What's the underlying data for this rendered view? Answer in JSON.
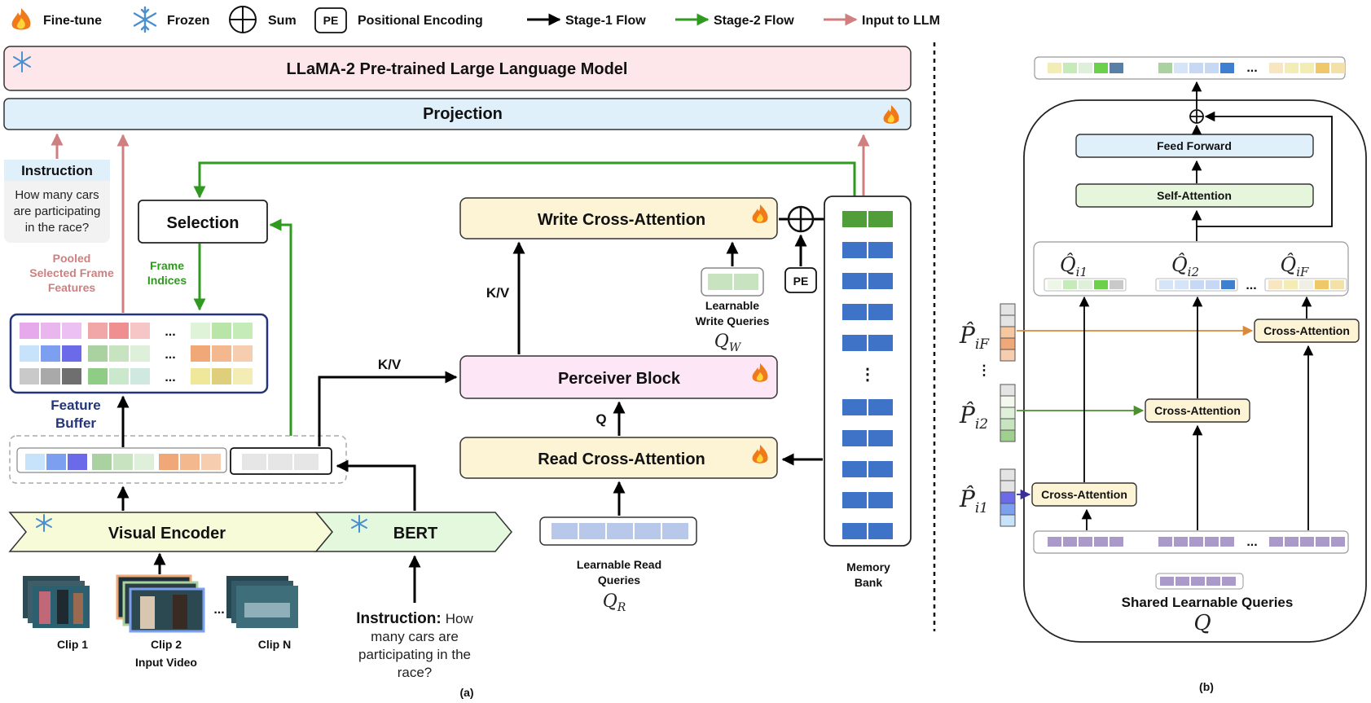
{
  "legend": {
    "finetune": "Fine-tune",
    "frozen": "Frozen",
    "sum": "Sum",
    "pe_badge": "PE",
    "pe_label": "Positional Encoding",
    "stage1": "Stage-1 Flow",
    "stage2": "Stage-2 Flow",
    "input_llm": "Input to LLM"
  },
  "panel_a": {
    "llm": "LLaMA-2 Pre-trained Large Language Model",
    "projection": "Projection",
    "instruction_title": "Instruction",
    "instruction_lines": [
      "How many cars",
      "are participating",
      "in the race?"
    ],
    "pooled_lines": [
      "Pooled",
      "Selected Frame",
      "Features"
    ],
    "selection": "Selection",
    "frame_indices_lines": [
      "Frame",
      "Indices"
    ],
    "feature_buffer_lines": [
      "Feature",
      "Buffer"
    ],
    "dots": "...",
    "visual_encoder": "Visual Encoder",
    "bert": "BERT",
    "clip1": "Clip 1",
    "clip2": "Clip 2",
    "clipn": "Clip N",
    "input_video": "Input Video",
    "instr_bold": "Instruction:",
    "instr_rest_lines": [
      "How",
      "many cars are",
      "participating in the",
      "race?"
    ],
    "write_ca": "Write Cross-Attention",
    "perceiver": "Perceiver Block",
    "read_ca": "Read Cross-Attention",
    "kv1": "K/V",
    "kv2": "K/V",
    "q": "Q",
    "lwq_lines": [
      "Learnable",
      "Write Queries"
    ],
    "qw_sym": "Q",
    "qw_sub": "W",
    "lrq_lines": [
      "Learnable Read",
      "Queries"
    ],
    "qr_sym": "Q",
    "qr_sub": "R",
    "pe": "PE",
    "vdots": "⋮",
    "memory_bank_lines": [
      "Memory",
      "Bank"
    ],
    "caption": "(a)"
  },
  "panel_b": {
    "feed_forward": "Feed Forward",
    "self_attention": "Self-Attention",
    "cross_attention": "Cross-Attention",
    "q_hat": "Q̂",
    "q_subs": [
      "i1",
      "i2",
      "iF"
    ],
    "p_hat": "P̂",
    "p_subs": [
      "iF",
      "i2",
      "i1"
    ],
    "dots": "...",
    "vdots": "⋮",
    "shared_queries": "Shared Learnable Queries",
    "q_sym": "Q",
    "caption": "(b)"
  },
  "colors": {
    "stage1": "#000000",
    "stage2": "#2f9a1f",
    "input_llm": "#cf7f7f",
    "memory_block": "#3f73c8",
    "memory_top": "#4f9e3a",
    "llm_fill": "#fde7ea",
    "projection_fill": "#dff0fb",
    "ca_fill": "#fdf3d5",
    "perceiver_fill": "#fde6f6",
    "self_att_fill": "#e6f6dc",
    "ff_fill": "#dff0fb"
  }
}
